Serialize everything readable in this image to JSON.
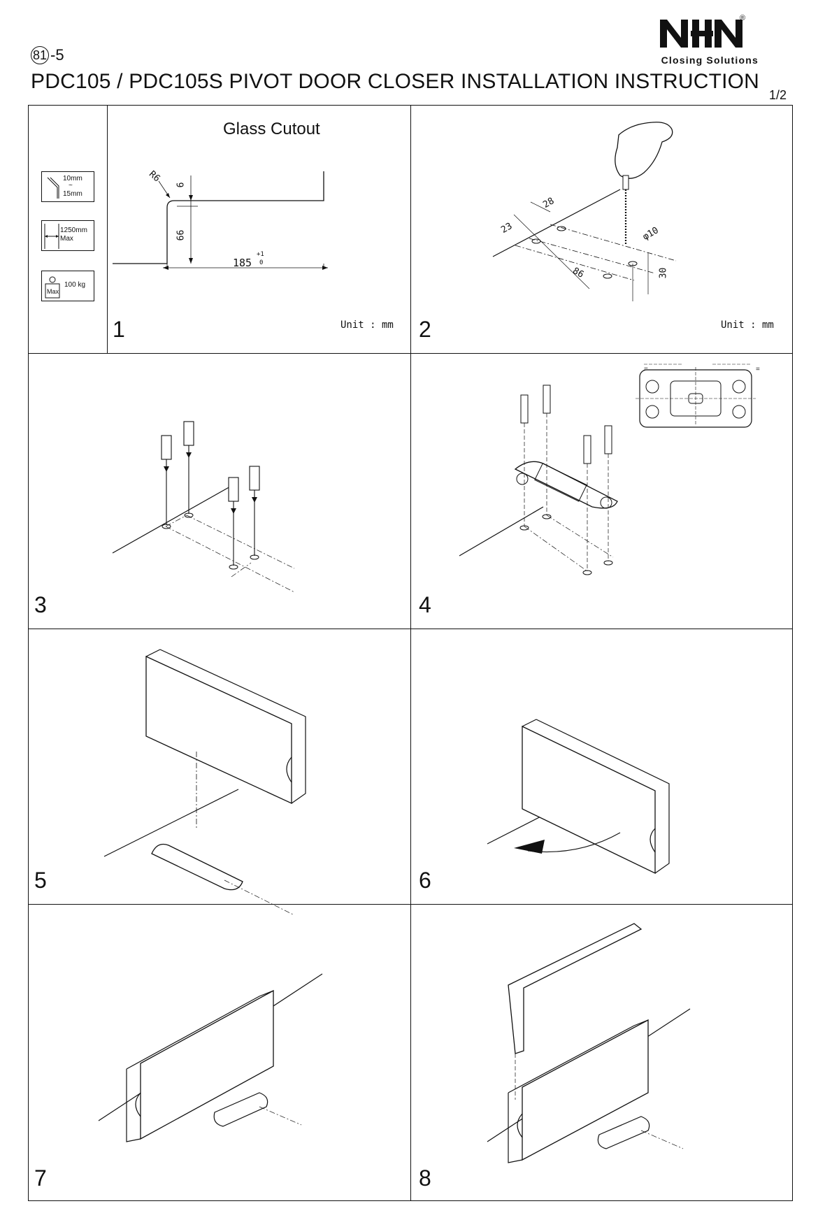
{
  "header": {
    "brand_mark": "NHN",
    "brand_registered": "®",
    "brand_tagline": "Closing Solutions",
    "page_code_circled": "81",
    "page_code_suffix": "-5",
    "title": "PDC105 / PDC105S PIVOT DOOR CLOSER INSTALLATION INSTRUCTION",
    "page_number": "1/2"
  },
  "specs": {
    "thickness_min": "10mm",
    "thickness_sep": "~",
    "thickness_max": "15mm",
    "width_value": "1250mm",
    "width_label": "Max",
    "weight_tag": "Max",
    "weight_value": "100 kg"
  },
  "step1": {
    "caption": "Glass Cutout",
    "dim_radius": "R6",
    "dim_top": "6",
    "dim_height": "66",
    "dim_width": "185",
    "dim_tol_plus": "+1",
    "dim_tol_zero": "0",
    "unit": "Unit : mm"
  },
  "step2": {
    "dim_a": "28",
    "dim_b": "23",
    "dim_c": "86",
    "dim_d": "30",
    "dim_hole": "φ10",
    "unit": "Unit : mm"
  },
  "step4": {
    "eq_left": "=",
    "eq_right": "="
  },
  "steps": [
    "1",
    "2",
    "3",
    "4",
    "5",
    "6",
    "7",
    "8"
  ]
}
